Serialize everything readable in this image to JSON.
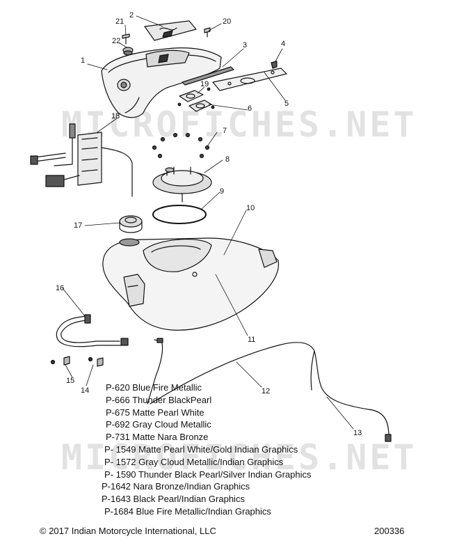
{
  "watermarks": [
    "MICROFICHES.NET",
    "MICROFICHES.NET"
  ],
  "callouts": [
    "1",
    "2",
    "3",
    "4",
    "5",
    "6",
    "7",
    "8",
    "9",
    "10",
    "11",
    "12",
    "13",
    "14",
    "15",
    "16",
    "17",
    "18",
    "19",
    "20",
    "21",
    "22"
  ],
  "paint_codes": [
    "P-620  Blue Fire Metallic",
    "P-666  Thunder BlackPearl",
    "P-675  Matte Pearl White",
    "P-692  Gray Cloud Metallic",
    "P-731  Matte Nara Bronze",
    "P- 1549 Matte Pearl White/Gold Indian Graphics",
    "P- 1572 Gray Cloud Metallic/Indian Graphics",
    "P- 1590 Thunder Black Pearl/Silver Indian Graphics",
    "P-1642 Nara Bronze/Indian Graphics",
    "P-1643 Black Pearl/Indian Graphics",
    "P-1684 Blue Fire Metallic/Indian Graphics"
  ],
  "footer": {
    "copyright": "© 2017 Indian Motorcycle International, LLC",
    "diagram_number": "200336"
  }
}
